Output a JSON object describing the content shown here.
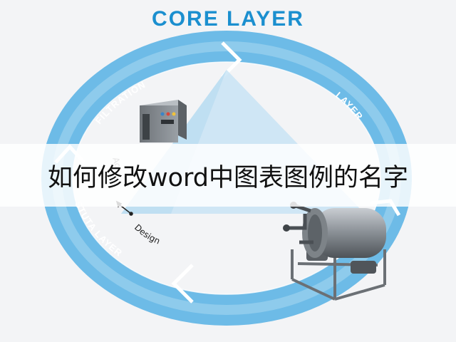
{
  "title": "CORE LAYER",
  "labels": {
    "filtration": "FILTRATION",
    "layer_right": "LAYER",
    "bottom_left": "STUTA LAYER",
    "design": "Design",
    "small_fragment": "Ao"
  },
  "banner": "如何修改word中图表图例的名字",
  "colors": {
    "title": "#1b8fcf",
    "ring": "#7cc3ea",
    "ring_light": "#c4e3f5",
    "triangle": "#bfe0f3",
    "banner_bg": "#ffffff",
    "banner_text": "#111111"
  },
  "icons": [
    "control-cabinet-icon",
    "tank-machine-icon",
    "arrow-icon"
  ]
}
